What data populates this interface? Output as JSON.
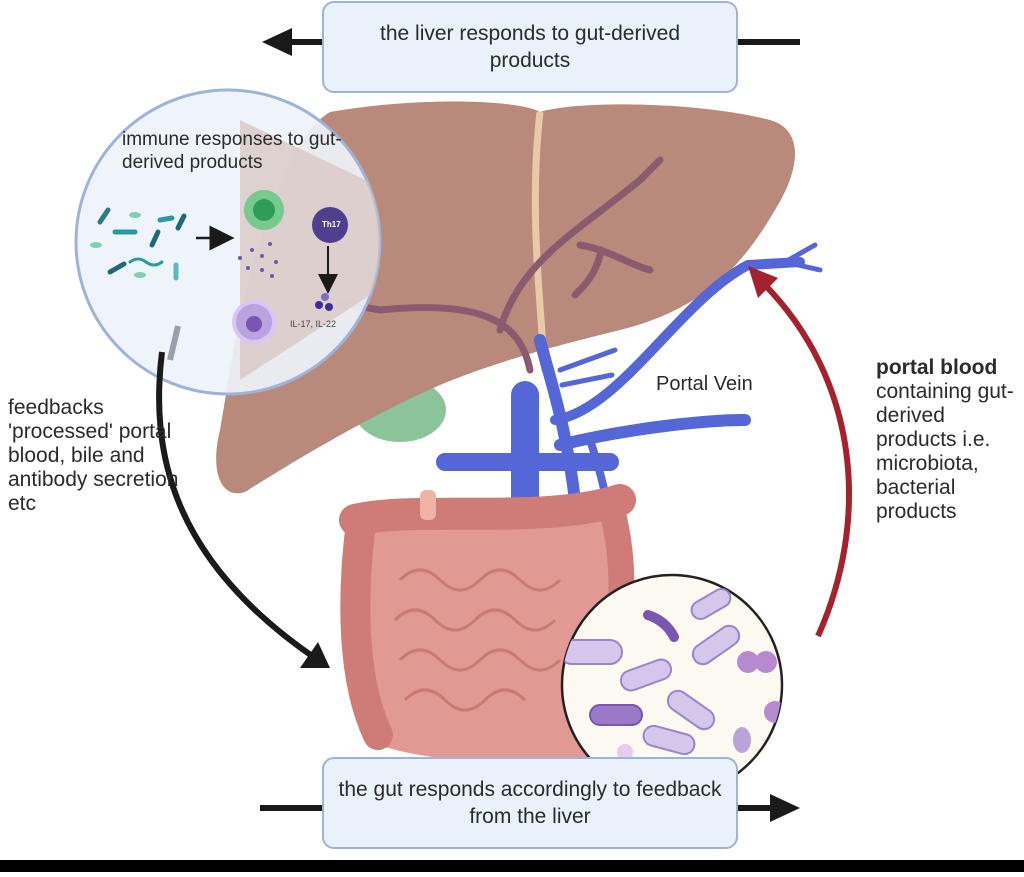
{
  "diagram": {
    "title_top_box": "the liver responds to gut-derived products",
    "bottom_box": "the gut responds accordingly to feedback from the liver",
    "inset_title": "immune responses to gut-derived products",
    "inset_cell_label": "Th17",
    "inset_cytokine_label": "IL-17, IL-22",
    "portal_vein_label": "Portal Vein",
    "left_annotation": "feedbacks 'processed' portal blood, bile and antibody secretion etc",
    "right_annotation_bold": "portal blood",
    "right_annotation_rest": "containing gut-derived products i.e. microbiota, bacterial products",
    "organs": [
      "liver",
      "gallbladder",
      "portal vein",
      "intestines"
    ],
    "arrows": [
      {
        "name": "top-flow",
        "direction": "left"
      },
      {
        "name": "bottom-flow",
        "direction": "right"
      },
      {
        "name": "liver-to-gut",
        "color": "#1a1a1a",
        "direction": "down"
      },
      {
        "name": "gut-to-liver",
        "color": "#a3222e",
        "direction": "up"
      }
    ],
    "colors": {
      "liver": "#b98a7c",
      "vein": "#5566d6",
      "intestine": "#e09a93",
      "colon": "#cf7b78",
      "box_fill": "#e9f1fb",
      "box_border": "#9fb3d6",
      "red_arrow": "#a3222e",
      "bacteria": "#c9b6e4"
    }
  }
}
